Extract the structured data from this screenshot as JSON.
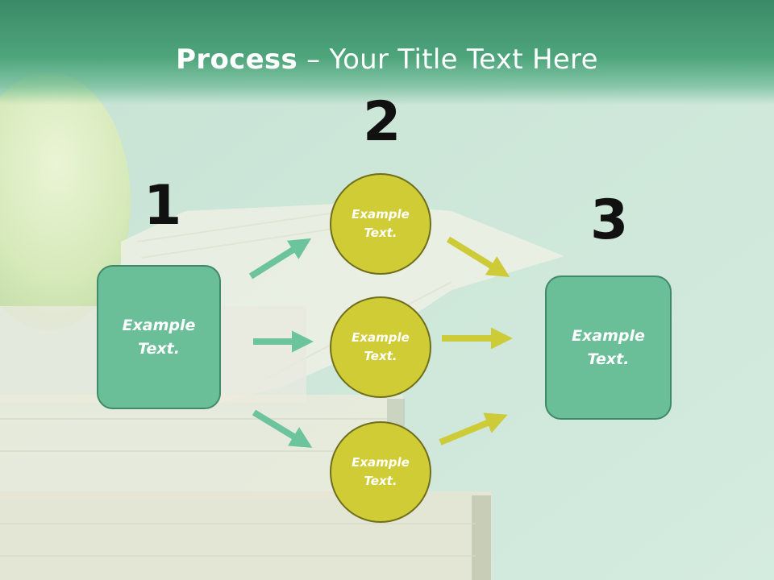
{
  "title": {
    "bold": "Process",
    "rest": " – Your Title Text Here"
  },
  "steps": {
    "one": "1",
    "two": "2",
    "three": "3"
  },
  "left_box": {
    "line1": "Example",
    "line2": "Text."
  },
  "circles": [
    {
      "line1": "Example",
      "line2": "Text."
    },
    {
      "line1": "Example",
      "line2": "Text."
    },
    {
      "line1": "Example",
      "line2": "Text."
    }
  ],
  "right_box": {
    "line1": "Example",
    "line2": "Text."
  },
  "colors": {
    "header": "#4ea57c",
    "box_fill": "#6bbf98",
    "box_border": "#3f8a68",
    "circle_fill": "#cfcc36",
    "circle_border": "#6f6e1c",
    "arrow_green": "#6cc49c",
    "arrow_yellow": "#cdcb38"
  }
}
